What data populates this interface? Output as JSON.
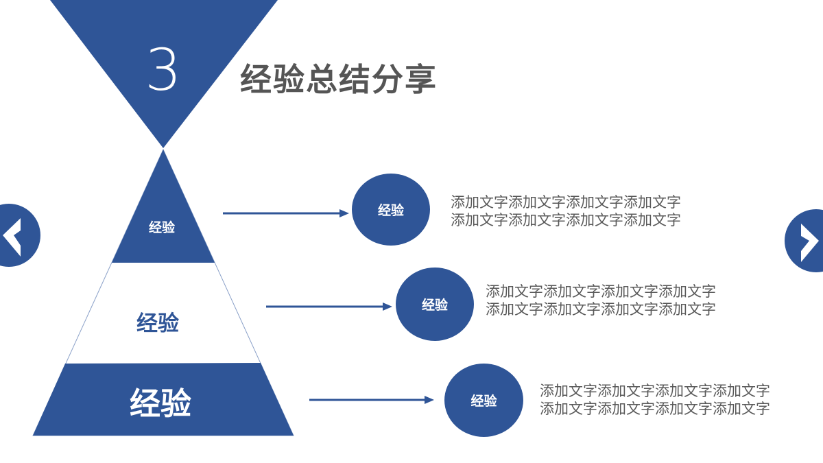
{
  "colors": {
    "primary": "#2F5597",
    "title_text": "#555555",
    "body_text": "#595959",
    "background": "#FFFFFF"
  },
  "header": {
    "section_number": "3",
    "title": "经验总结分享"
  },
  "pyramid": {
    "levels": [
      {
        "label": "经验",
        "style": "filled"
      },
      {
        "label": "经验",
        "style": "outline"
      },
      {
        "label": "经验",
        "style": "filled"
      }
    ]
  },
  "items": [
    {
      "node_label": "经验",
      "lines": [
        "添加文字添加文字添加文字添加文字",
        "添加文字添加文字添加文字添加文字"
      ]
    },
    {
      "node_label": "经验",
      "lines": [
        "添加文字添加文字添加文字添加文字",
        "添加文字添加文字添加文字添加文字"
      ]
    },
    {
      "node_label": "经验",
      "lines": [
        "添加文字添加文字添加文字添加文字",
        "添加文字添加文字添加文字添加文字"
      ]
    }
  ],
  "navigation": {
    "prev_icon": "chevron-left-icon",
    "next_icon": "chevron-right-icon"
  }
}
